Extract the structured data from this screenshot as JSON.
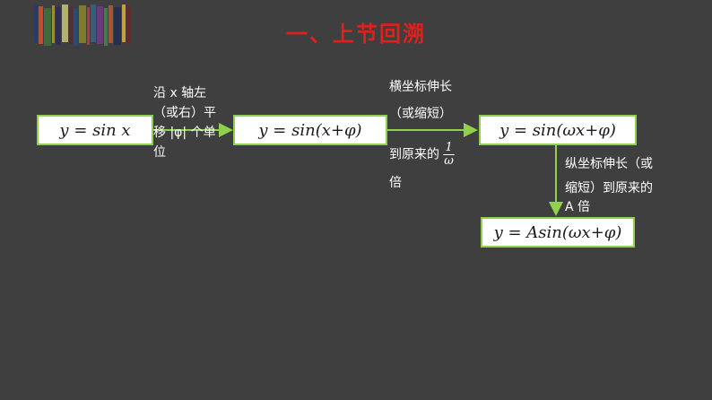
{
  "title": "一、上节回溯",
  "books_colors": [
    "#2a3b6b",
    "#c94a2b",
    "#3d6b3a",
    "#9b8b3a",
    "#2f2f55",
    "#b5b06a",
    "#5a2d2d",
    "#2b4b6e",
    "#7c7c2e",
    "#b53a3a",
    "#3a5c7a",
    "#6a3a7a",
    "#4a7a4a",
    "#a8562f",
    "#253050",
    "#c9a13a",
    "#6b2a2a"
  ],
  "boxes": {
    "b1": "y = sin x",
    "b2": "y = sin(x+φ)",
    "b3": "y = sin(ωx+φ)",
    "b4": "y = Asin(ωx+φ)"
  },
  "labels": {
    "shift_l1": "沿 x 轴左",
    "shift_l2": "（或右）平",
    "shift_l3": "移 |φ| 个单",
    "shift_l4": "位",
    "hscale_top1": "横坐标伸长",
    "hscale_top2": "（或缩短）",
    "hscale_bot1": "到原来的",
    "frac_num": "1",
    "frac_den": "ω",
    "hscale_bot2": "倍",
    "vscale_l1": "纵坐标伸长（或",
    "vscale_l2": "缩短）到原来的",
    "vscale_l3": "A 倍"
  },
  "colors": {
    "title": "#e0201b",
    "box_border": "#8fd14f",
    "arrow": "#8fd14f",
    "background": "#3f3f3f"
  }
}
